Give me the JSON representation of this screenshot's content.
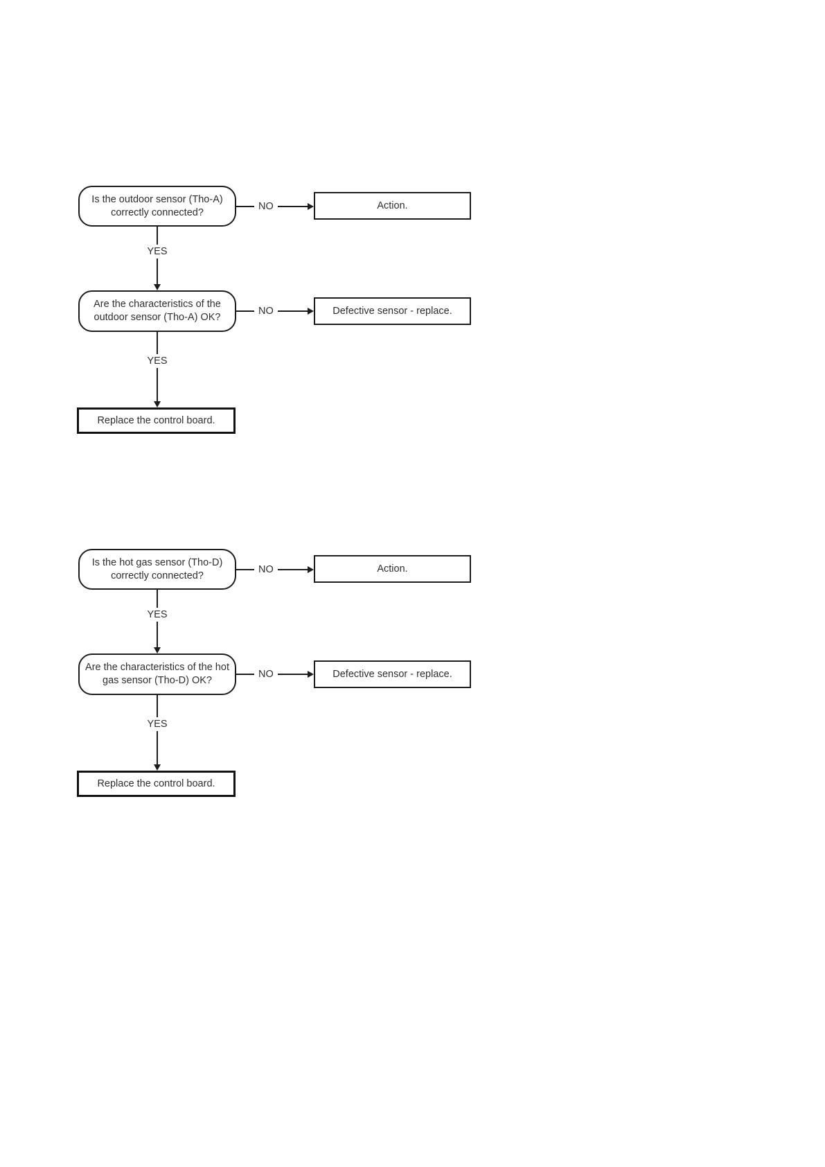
{
  "page": {
    "background": "#ffffff",
    "line_color": "#1c1c1c",
    "text_color": "#2e2e2e"
  },
  "charts": [
    {
      "name": "outdoor-sensor-tho-a-flowchart",
      "q1": {
        "line1": "Is the outdoor sensor (Tho-A)",
        "line2": "correctly connected?"
      },
      "no1": "NO",
      "action1": "Action.",
      "yes1": "YES",
      "q2": {
        "line1": "Are the characteristics of the",
        "line2": "outdoor sensor (Tho-A) OK?"
      },
      "no2": "NO",
      "action2": "Defective sensor - replace.",
      "yes2": "YES",
      "final": "Replace the control board."
    },
    {
      "name": "hot-gas-sensor-tho-d-flowchart",
      "q1": {
        "line1": "Is the hot gas sensor (Tho-D)",
        "line2": "correctly connected?"
      },
      "no1": "NO",
      "action1": "Action.",
      "yes1": "YES",
      "q2": {
        "line1": "Are the characteristics of the hot",
        "line2": "gas sensor (Tho-D) OK?"
      },
      "no2": "NO",
      "action2": "Defective sensor - replace.",
      "yes2": "YES",
      "final": "Replace the control board."
    }
  ]
}
